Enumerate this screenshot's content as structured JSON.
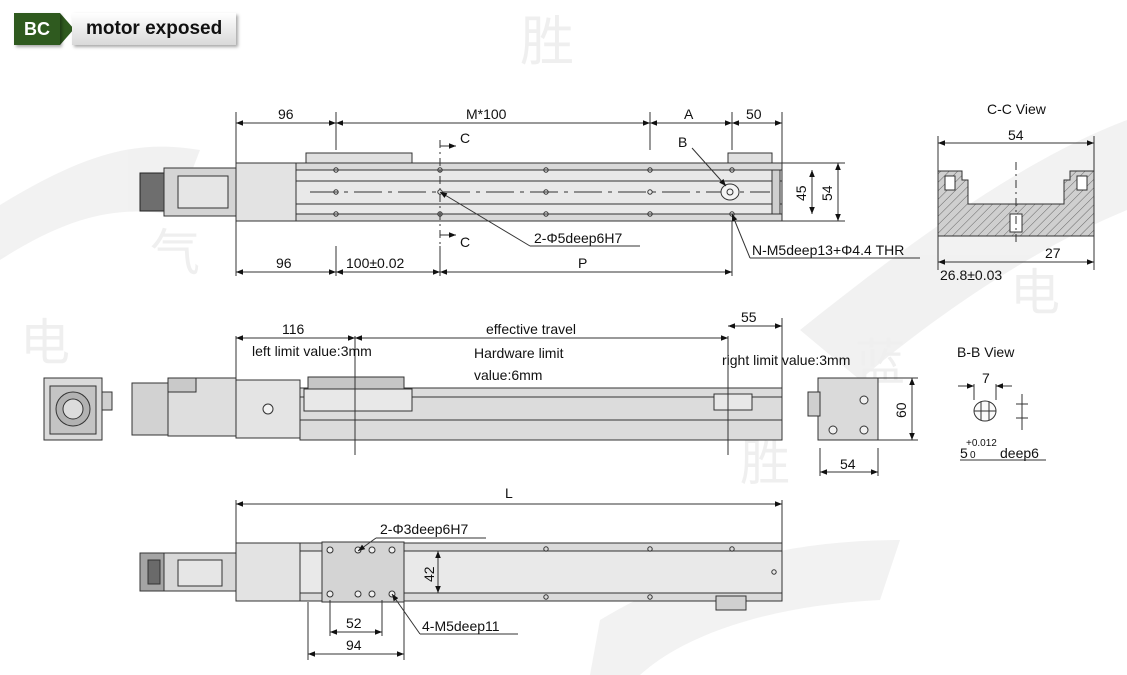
{
  "header": {
    "badge": "BC",
    "title": "motor exposed"
  },
  "top_view": {
    "dims_top": [
      "96",
      "M*100",
      "A",
      "50"
    ],
    "section_label": "C",
    "detail_label": "B",
    "dims_right": [
      "45",
      "54"
    ],
    "dims_bottom": [
      "96",
      "100±0.02",
      "P"
    ],
    "callout_holes": "2-Φ5deep6H7",
    "callout_thread": "N-M5deep13+Φ4.4 THR"
  },
  "cc_view": {
    "title": "C-C View",
    "width": "54",
    "dim_left": "26.8±0.03",
    "dim_right": "27"
  },
  "side_view": {
    "dim_left": "116",
    "left_limit": "left limit value:3mm",
    "effective_travel": "effective travel",
    "hardware_limit_1": "Hardware limit",
    "hardware_limit_2": "value:6mm",
    "dim_right": "55",
    "right_limit": "right limit value:3mm"
  },
  "end_view": {
    "height": "60",
    "width": "54"
  },
  "bb_view": {
    "title": "B-B View",
    "width": "7",
    "dia": "5",
    "tol_sup": "+0.012",
    "tol_sub": "0",
    "depth": "deep6"
  },
  "bottom_view": {
    "length": "L",
    "pin_holes": "2-Φ3deep6H7",
    "height": "42",
    "dim_inner": "52",
    "dim_outer": "94",
    "thread_holes": "4-M5deep11"
  },
  "watermark": {
    "chars": [
      "胜",
      "电",
      "气",
      "胜",
      "蓝",
      "电"
    ]
  }
}
